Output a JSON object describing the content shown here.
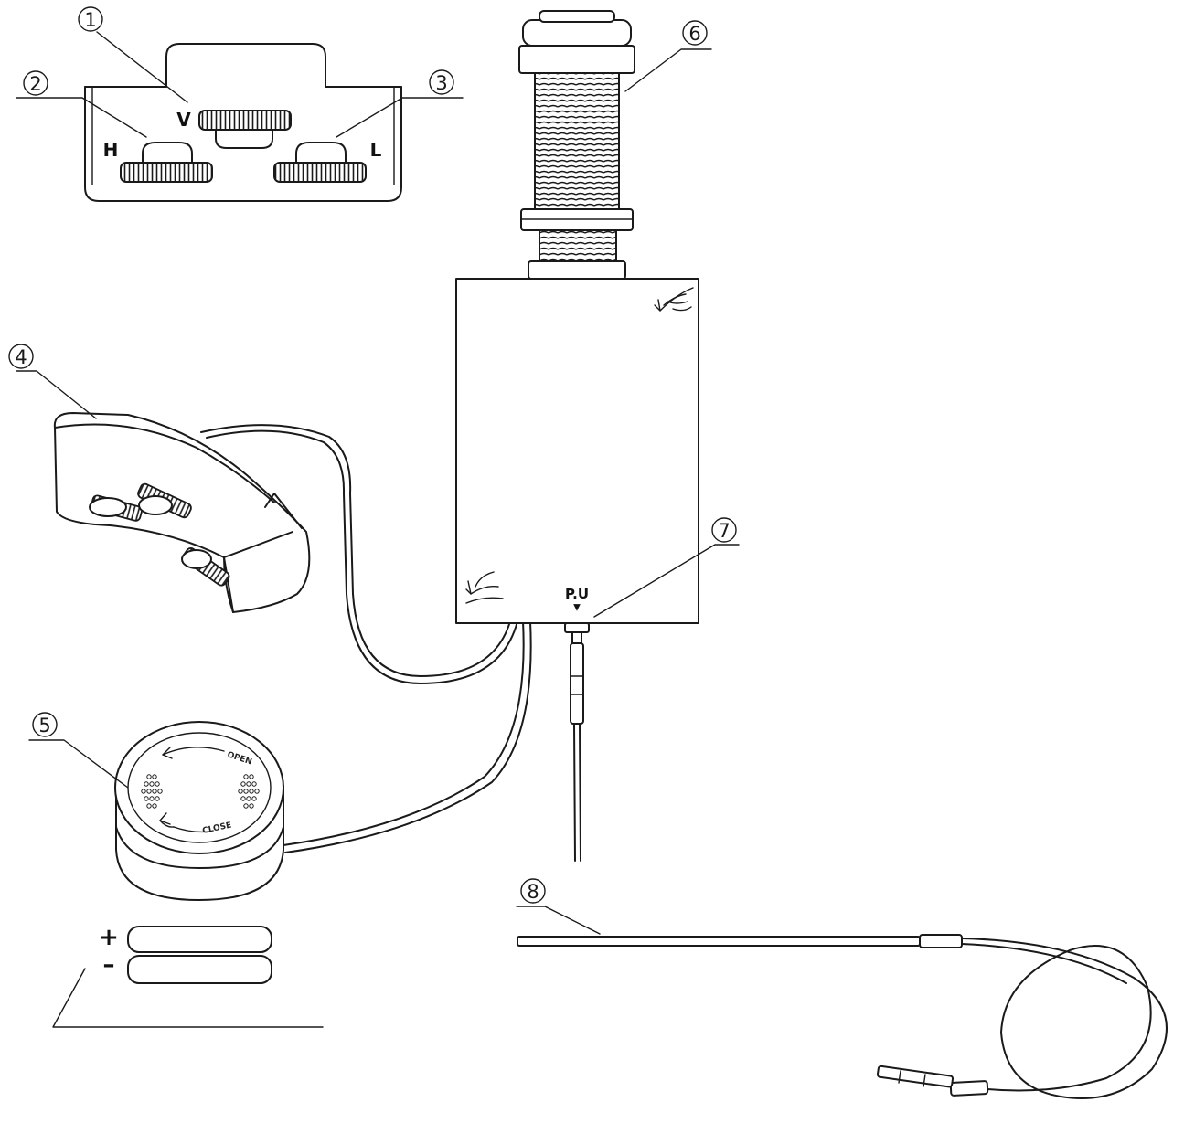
{
  "callouts": [
    "1",
    "2",
    "3",
    "4",
    "5",
    "6",
    "7",
    "8"
  ],
  "knob_labels": {
    "v": "V",
    "h": "H",
    "l": "L"
  },
  "jack_label": "P.U",
  "jack_arrow": "▼",
  "battery": {
    "plus": "+",
    "minus": "–"
  },
  "cap_text": {
    "open": "OPEN",
    "close": "CLOSE"
  },
  "colors": {
    "line": "#1a1a1a",
    "background": "#ffffff"
  }
}
